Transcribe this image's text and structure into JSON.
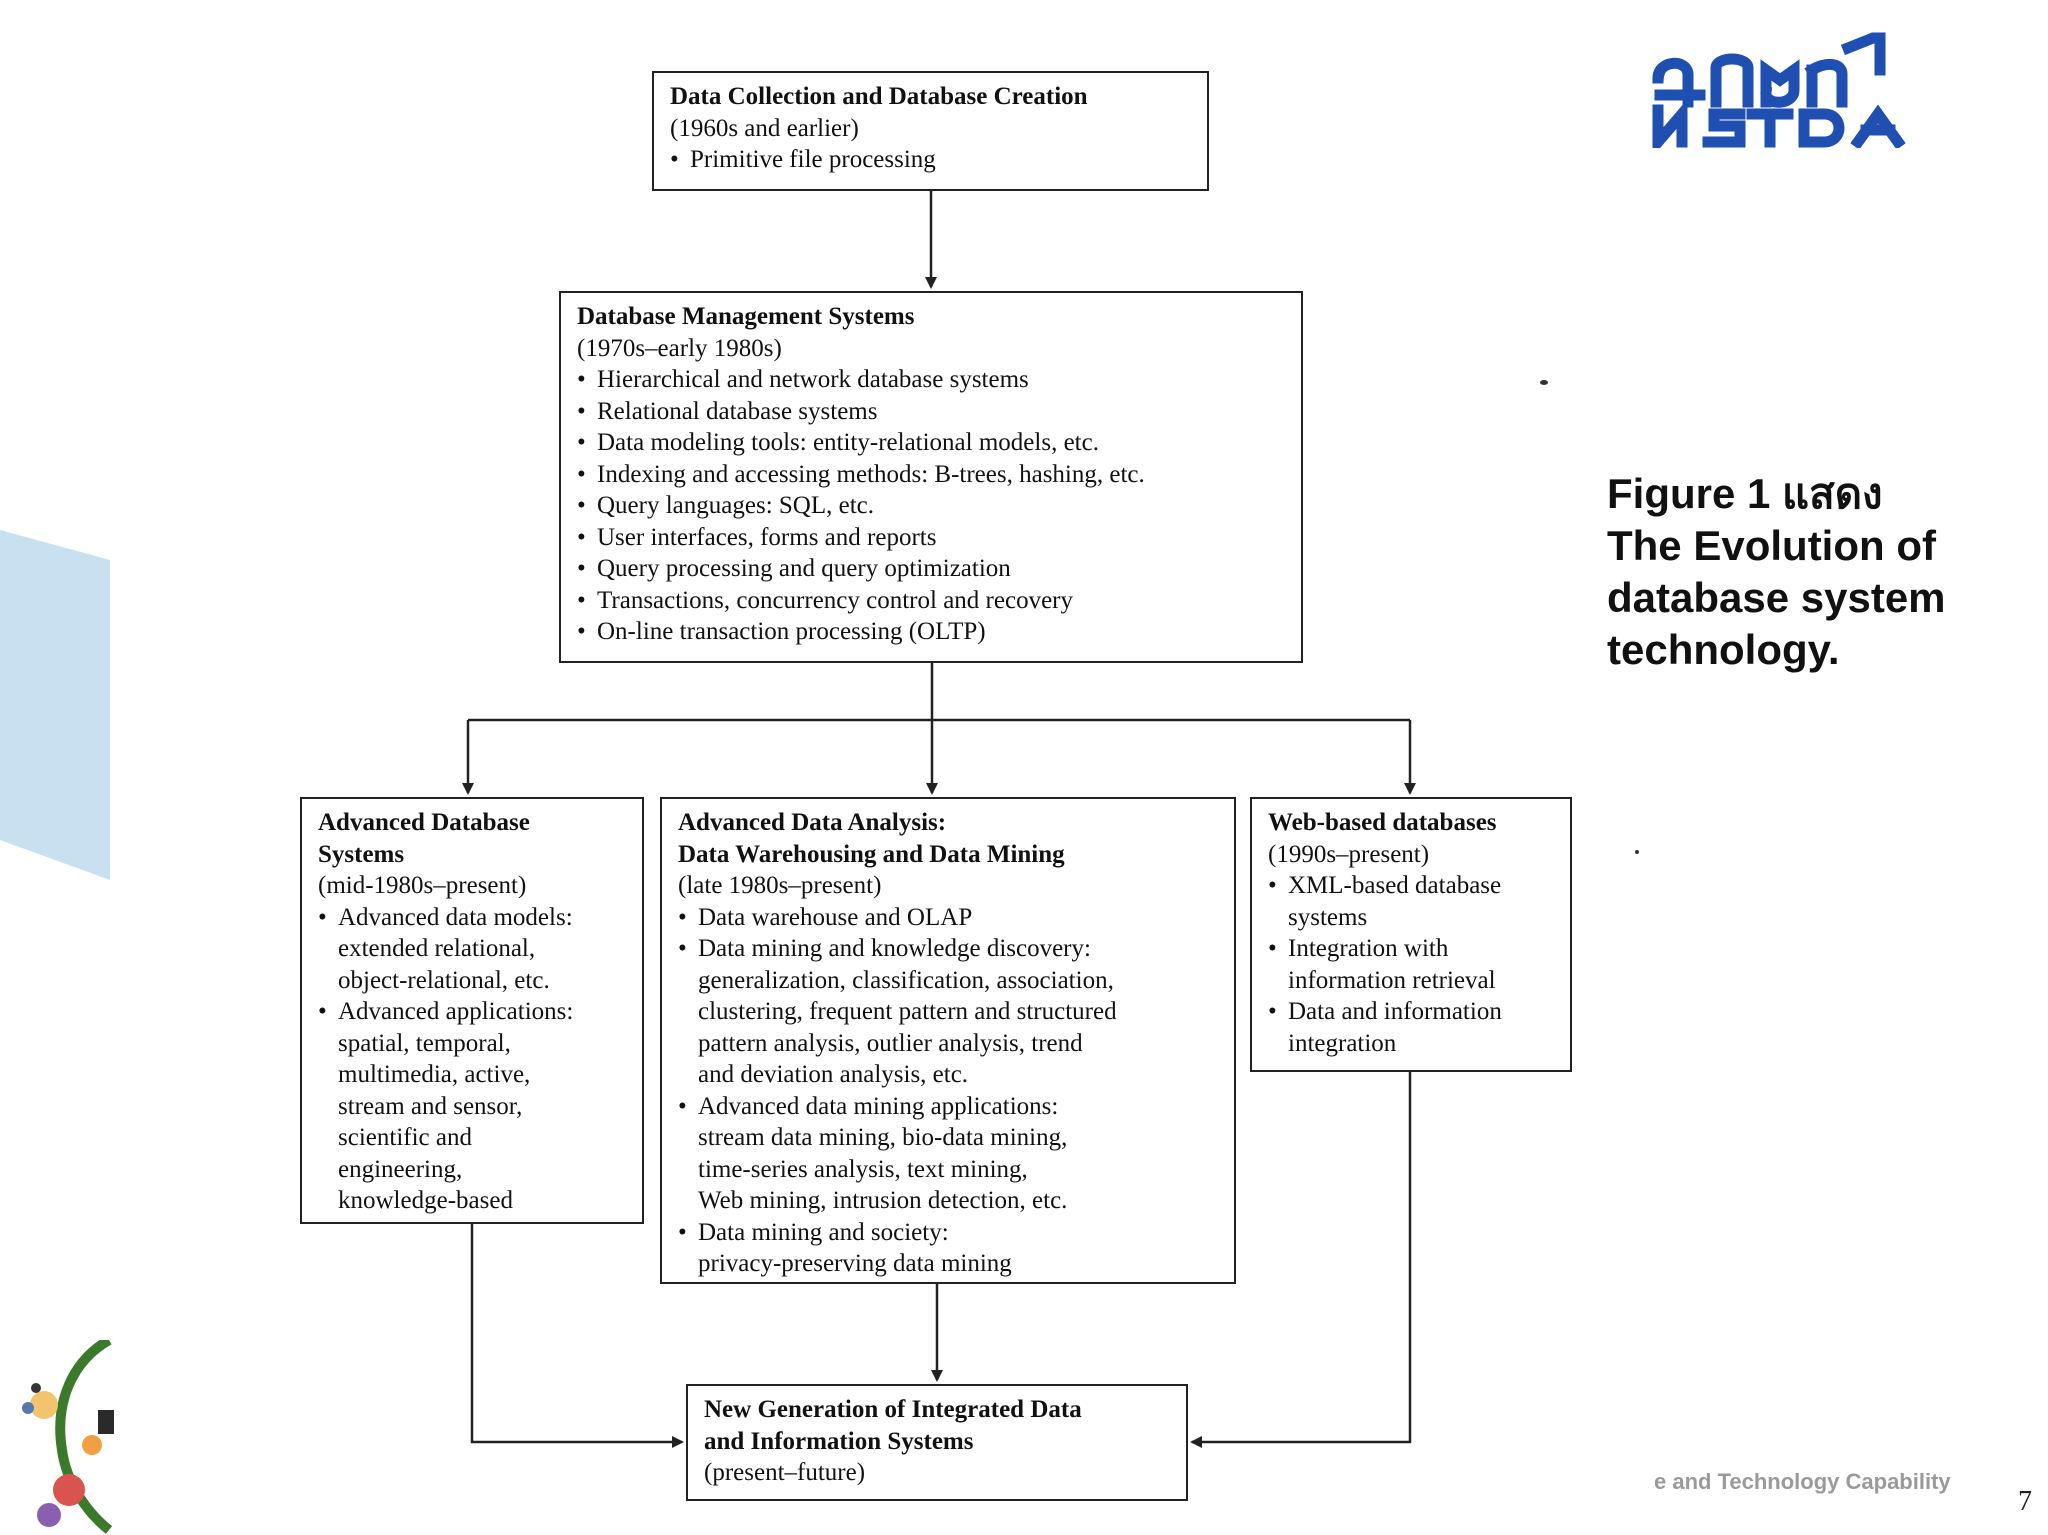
{
  "logo": {
    "thai": "สวทช",
    "latin": "NSTDA"
  },
  "caption": {
    "lines": [
      "Figure 1 แสดง",
      "The Evolution  of",
      "database system",
      "technology."
    ]
  },
  "boxes": {
    "data_collection": {
      "title": "Data Collection and Database Creation",
      "period": "(1960s and earlier)",
      "items": [
        "Primitive file processing"
      ]
    },
    "dbms": {
      "title": "Database Management Systems",
      "period": "(1970s–early 1980s)",
      "items": [
        "Hierarchical and network database systems",
        "Relational database systems",
        "Data modeling tools: entity-relational models, etc.",
        "Indexing and accessing methods: B-trees, hashing, etc.",
        "Query languages: SQL, etc.",
        "User interfaces, forms and reports",
        "Query processing and query optimization",
        "Transactions, concurrency control and recovery",
        "On-line transaction processing (OLTP)"
      ]
    },
    "advanced_db": {
      "title_lines": [
        "Advanced Database",
        "Systems"
      ],
      "period": "(mid-1980s–present)",
      "items": [
        [
          "Advanced data models:",
          "extended relational,",
          "object-relational, etc."
        ],
        [
          "Advanced applications:",
          "spatial, temporal,",
          "multimedia, active,",
          "stream and sensor,",
          "scientific and",
          "engineering,",
          "knowledge-based"
        ]
      ]
    },
    "data_analysis": {
      "title_lines": [
        "Advanced Data Analysis:",
        "Data Warehousing and Data Mining"
      ],
      "period": "(late 1980s–present)",
      "items": [
        [
          "Data warehouse and OLAP"
        ],
        [
          "Data mining and knowledge discovery:",
          "generalization, classification, association,",
          "clustering, frequent pattern and structured",
          "pattern analysis, outlier analysis, trend",
          "and deviation analysis, etc."
        ],
        [
          "Advanced data mining applications:",
          "stream data mining, bio-data mining,",
          "time-series analysis, text mining,",
          "Web mining, intrusion detection, etc."
        ],
        [
          "Data mining and society:",
          "privacy-preserving data mining"
        ]
      ]
    },
    "web_db": {
      "title": "Web-based databases",
      "period": "(1990s–present)",
      "items": [
        [
          "XML-based database",
          "systems"
        ],
        [
          "Integration with",
          "information retrieval"
        ],
        [
          "Data and information",
          "integration"
        ]
      ]
    },
    "new_generation": {
      "title_lines": [
        "New Generation of Integrated Data",
        "and Information Systems"
      ],
      "period": "(present–future)"
    }
  },
  "footer": {
    "text": "e and Technology Capability",
    "page_number": "7"
  },
  "colors": {
    "logo_blue": "#1f4fb0",
    "wedge_blue": "#c8e0ef",
    "line": "#222222",
    "footer_gray": "#9a9a9a"
  }
}
